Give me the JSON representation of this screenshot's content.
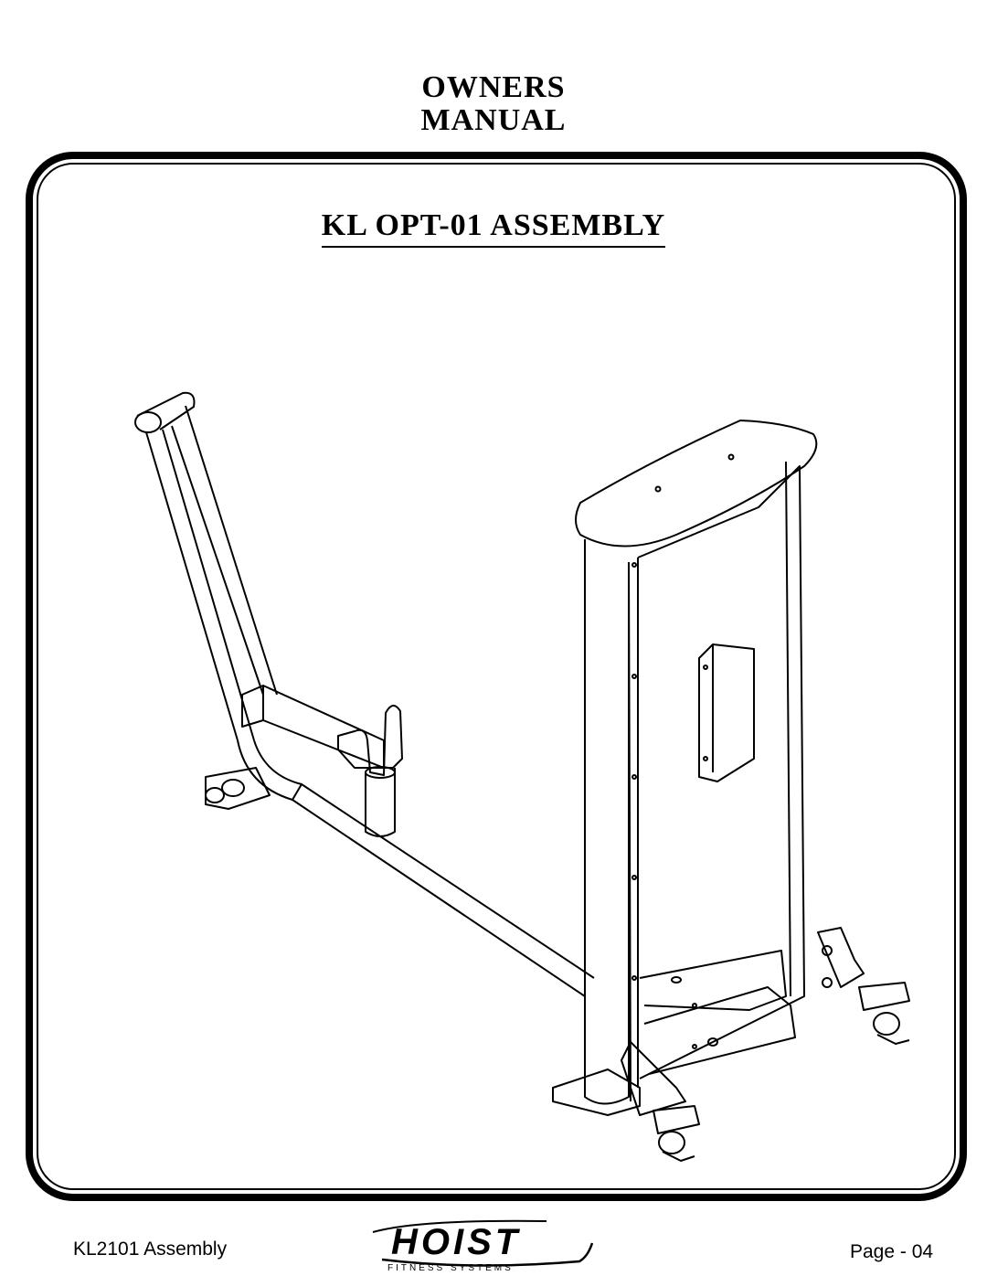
{
  "header": {
    "line1": "OWNERS",
    "line2": "MANUAL"
  },
  "title": "KL OPT-01 ASSEMBLY",
  "footer": {
    "left": "KL2101 Assembly",
    "right": "Page - 04"
  },
  "logo": {
    "brand": "HOIST",
    "tagline": "FITNESS SYSTEMS"
  }
}
